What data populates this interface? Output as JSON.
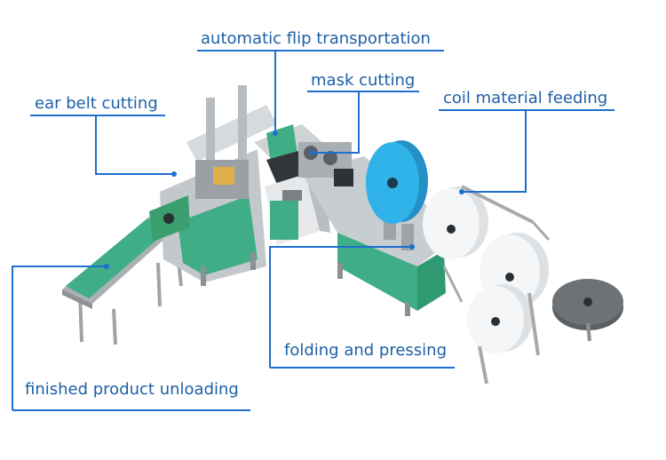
{
  "labels": {
    "automatic_flip_transportation": "automatic flip transportation",
    "mask_cutting": "mask cutting",
    "ear_belt_cutting": "ear belt cutting",
    "coil_material_feeding": "coil material feeding",
    "folding_and_pressing": "folding and pressing",
    "finished_product_unloading": "finished product unloading"
  },
  "colors": {
    "label_text": "#1d5fa8",
    "callout_line": "#1d6fd0",
    "machine_green": "#3fae86",
    "machine_steel": "#c9cdd1",
    "coil_blue": "#2fb3e8",
    "coil_white": "#f4f6f8",
    "disc_dark": "#555a5e"
  }
}
